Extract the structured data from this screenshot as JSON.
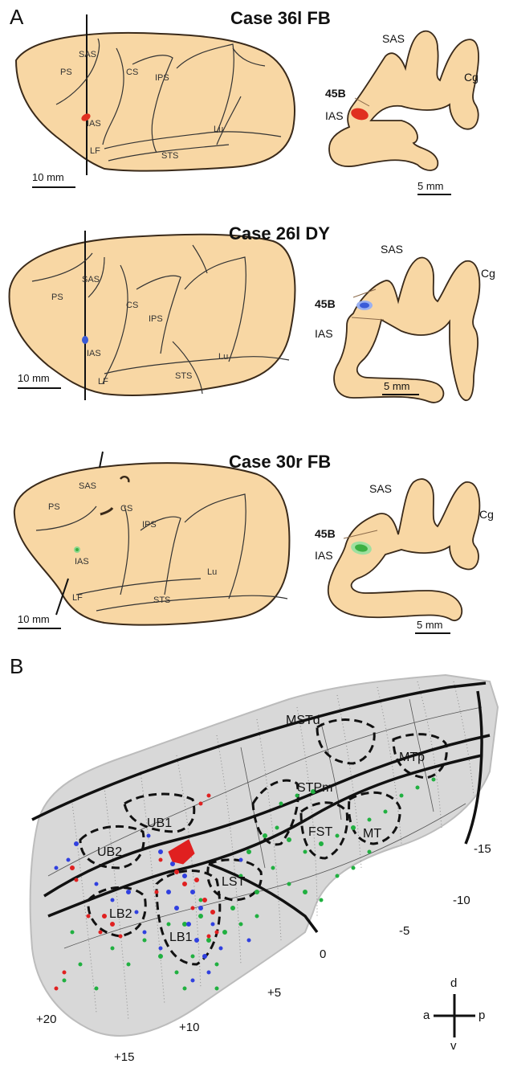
{
  "panel_a": {
    "letter": "A",
    "cases": [
      {
        "title": "Case 36l FB",
        "brain_labels": {
          "sas": "SAS",
          "ps": "PS",
          "cs": "CS",
          "ips": "IPS",
          "ias": "IAS",
          "lf": "LF",
          "sts": "STS",
          "lu": "Lu"
        },
        "section_labels": {
          "sas": "SAS",
          "cg": "Cg",
          "area": "45B",
          "ias": "IAS"
        },
        "brain_scale": "10 mm",
        "section_scale": "5 mm",
        "injection_color": "#e03020"
      },
      {
        "title": "Case 26l DY",
        "brain_labels": {
          "sas": "SAS",
          "ps": "PS",
          "cs": "CS",
          "ips": "IPS",
          "ias": "IAS",
          "lf": "LF",
          "sts": "STS",
          "lu": "Lu"
        },
        "section_labels": {
          "sas": "SAS",
          "cg": "Cg",
          "area": "45B",
          "ias": "IAS"
        },
        "brain_scale": "10 mm",
        "section_scale": "5 mm",
        "injection_color": "#3a5bd8"
      },
      {
        "title": "Case 30r FB",
        "brain_labels": {
          "sas": "SAS",
          "ps": "PS",
          "cs": "CS",
          "ips": "IPS",
          "ias": "IAS",
          "lf": "LF",
          "sts": "STS",
          "lu": "Lu"
        },
        "section_labels": {
          "sas": "SAS",
          "cg": "Cg",
          "area": "45B",
          "ias": "IAS"
        },
        "brain_scale": "10 mm",
        "section_scale": "5 mm",
        "injection_color": "#3cb043"
      }
    ],
    "colors": {
      "cortex": "#f8d7a4",
      "outline": "#3a2a1a"
    }
  },
  "panel_b": {
    "letter": "B",
    "areas": {
      "mstd": "MSTd",
      "mtp": "MTp",
      "stpm": "STPm",
      "fst": "FST",
      "mt": "MT",
      "ub1": "UB1",
      "ub2": "UB2",
      "lst": "LST",
      "lb2": "LB2",
      "lb1": "LB1"
    },
    "coordinates": {
      "m15": "-15",
      "m10": "-10",
      "m5": "-5",
      "z0": "0",
      "p5": "+5",
      "p10": "+10",
      "p15": "+15",
      "p20": "+20"
    },
    "orientation": {
      "d": "d",
      "v": "v",
      "a": "a",
      "p": "p"
    },
    "label_colors": {
      "red": "#e02020",
      "blue": "#3040e0",
      "green": "#20b040",
      "map_bg": "#d8d8d8"
    }
  }
}
